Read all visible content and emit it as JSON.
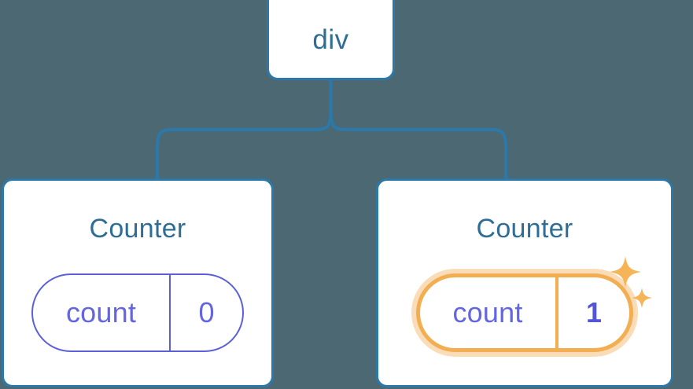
{
  "diagram": {
    "title": "react-component-tree",
    "background_color": "#4c6872",
    "node_border_color": "#2b79ab",
    "node_text_color": "#2e6d96",
    "state_color": "#6366e0",
    "highlight_color": "#f2ae51",
    "highlight_glow_color": "#f6c17e"
  },
  "root": {
    "label": "div"
  },
  "children": [
    {
      "title": "Counter",
      "state": {
        "key": "count",
        "value": "0"
      },
      "highlighted": false
    },
    {
      "title": "Counter",
      "state": {
        "key": "count",
        "value": "1"
      },
      "highlighted": true
    }
  ],
  "icons": {
    "sparkle_large": "sparkle-icon",
    "sparkle_small": "sparkle-icon"
  }
}
